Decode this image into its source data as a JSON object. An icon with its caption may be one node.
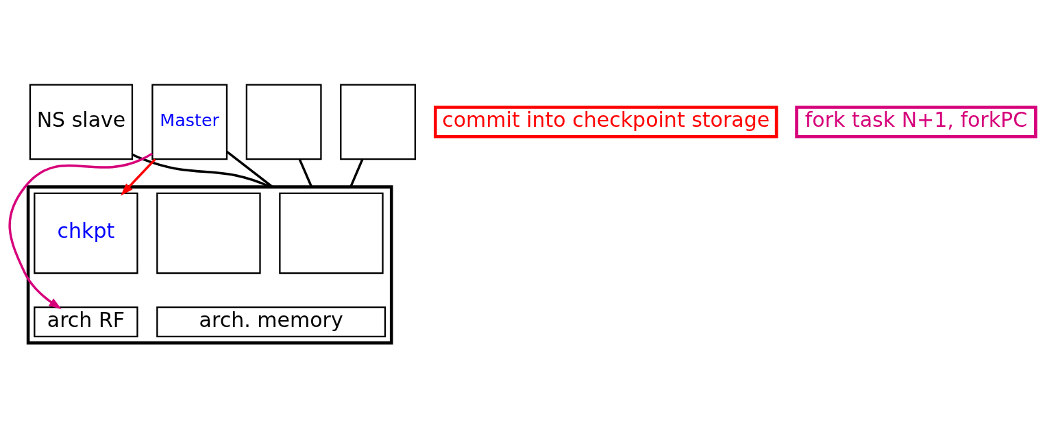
{
  "diagram": {
    "nodes": [
      {
        "text": [
          "NS slave"
        ]
      },
      {
        "text": [
          "Master"
        ]
      },
      {
        "text": [],
        "shape": "box"
      },
      {
        "text": [],
        "shape": "box"
      },
      {
        "text": [
          "commit into checkpoint storage"
        ]
      },
      {
        "text": [],
        "shape": "box"
      },
      {
        "text": [],
        "shape": "box",
        "in": 5
      },
      {
        "text": [],
        "shape": "box",
        "in": 5
      },
      {
        "text": [
          "chkpt"
        ],
        "in": 5
      },
      {
        "text": [
          "arch. memory"
        ],
        "in": 5
      },
      {
        "text": [
          "arch RF"
        ],
        "in": 5
      },
      {
        "text": [
          "fork task N+1, forkPC"
        ]
      }
    ],
    "edges": [
      {
        "from": 0,
        "to": 5,
        "arrow": "none"
      },
      {
        "from": 1,
        "to": 5,
        "arrow": "none"
      },
      {
        "from": 2,
        "to": 5,
        "arrow": "none"
      },
      {
        "from": 3,
        "to": 5,
        "arrow": "none"
      },
      {
        "from": 1,
        "to": 8,
        "arrow": "to",
        "color": "#ff0000"
      },
      {
        "from": 1,
        "to": 10,
        "arrow": "to",
        "color": "#d6007a"
      }
    ]
  }
}
